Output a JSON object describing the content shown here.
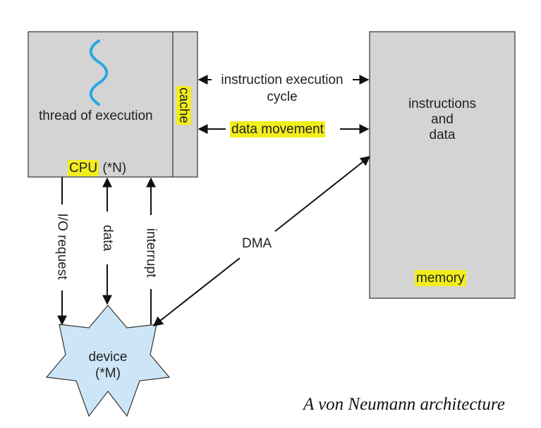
{
  "cpu": {
    "thread_label": "thread of execution",
    "cache_label": "cache",
    "cpu_label": "CPU",
    "cpu_count": "(*N)"
  },
  "memory": {
    "content_line1": "instructions",
    "content_line2": "and",
    "content_line3": "data",
    "label": "memory"
  },
  "device": {
    "line1": "device",
    "line2": "(*M)"
  },
  "links": {
    "instruction_cycle_line1": "instruction execution",
    "instruction_cycle_line2": "cycle",
    "data_movement": "data movement",
    "io_request": "I/O request",
    "data": "data",
    "interrupt": "interrupt",
    "dma": "DMA"
  },
  "caption": "A von Neumann architecture",
  "colors": {
    "box_fill": "#d4d4d4",
    "highlight": "#f2ee1c",
    "device_fill": "#cde6f7",
    "thread_wave": "#2aa7e0"
  }
}
